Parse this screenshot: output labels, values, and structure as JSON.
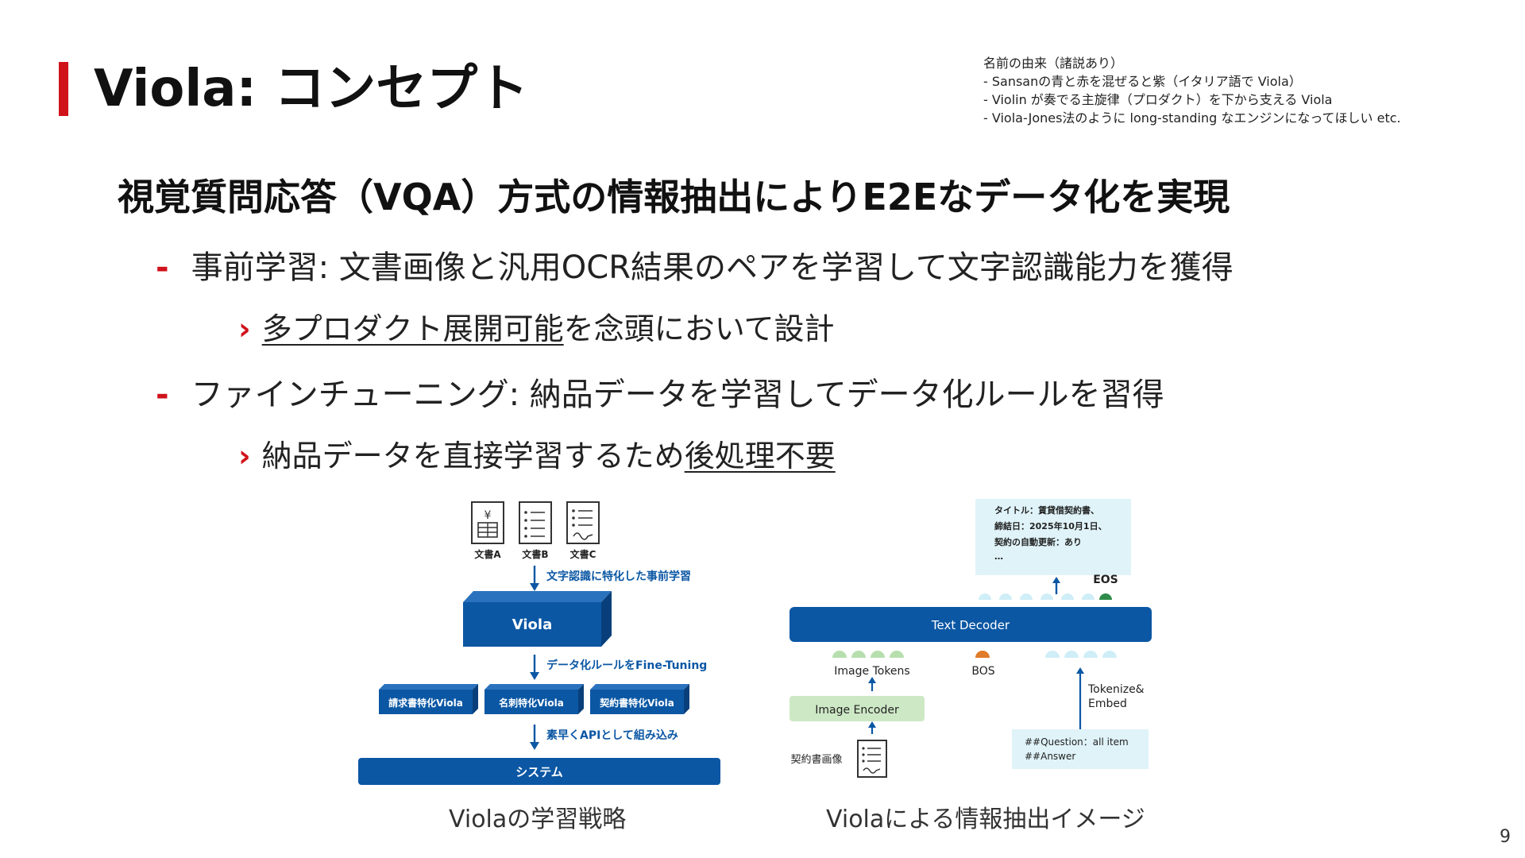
{
  "slide": {
    "title": "Viola: コンセプト",
    "page_number": "9"
  },
  "name_origin": {
    "heading": "名前の由来（諸説あり）",
    "lines": [
      "- Sansanの青と赤を混ぜると紫（イタリア語で Viola）",
      "- Violin が奏でる主旋律（プロダクト）を下から支える Viola",
      "- Viola-Jones法のように long-standing なエンジンになってほしい etc."
    ]
  },
  "headline": "視覚質問応答（VQA）方式の情報抽出によりE2Eなデータ化を実現",
  "bullets": [
    {
      "dash": "-",
      "text": "事前学習: 文書画像と汎用OCR結果のペアを学習して文字認識能力を獲得",
      "sub": {
        "chev": "›",
        "underlined": "多プロダクト展開可能",
        "rest": "を念頭において設計"
      }
    },
    {
      "dash": "-",
      "text": "ファインチューニング: 納品データを学習してデータ化ルールを習得",
      "sub": {
        "chev": "›",
        "prefix": "納品データを直接学習するため",
        "underlined": "後処理不要"
      }
    }
  ],
  "left_figure": {
    "caption": "Violaの学習戦略",
    "docs": [
      "文書A",
      "文書B",
      "文書C"
    ],
    "yen_glyph": "¥",
    "step1": "文字認識に特化した事前学習",
    "core": "Viola",
    "step2": "データ化ルールをFine-Tuning",
    "variants": [
      "請求書特化Viola",
      "名刺特化Viola",
      "契約書特化Viola"
    ],
    "step3": "素早くAPIとして組み込み",
    "system": "システム"
  },
  "right_figure": {
    "caption": "Violaによる情報抽出イメージ",
    "output_lines": [
      "タイトル：賃貸借契約書、",
      "締結日：2025年10月1日、",
      "契約の自動更新：あり",
      "…"
    ],
    "eos": "EOS",
    "decoder": "Text Decoder",
    "image_tokens": "Image Tokens",
    "bos": "BOS",
    "encoder": "Image Encoder",
    "tokenize": [
      "Tokenize&",
      "Embed"
    ],
    "input_image": "契約書画像",
    "question_lines": [
      "##Question：all item",
      "##Answer"
    ]
  },
  "colors": {
    "accent_red": "#d0121b",
    "viola_blue": "#0b57a4",
    "encoder_green": "#cde8c5",
    "token_green": "#b7dfae",
    "bos_orange": "#e07b2a",
    "eos_green": "#2e8b4a",
    "light_blue_box": "#dff3f9",
    "token_light": "#cfeef7"
  }
}
